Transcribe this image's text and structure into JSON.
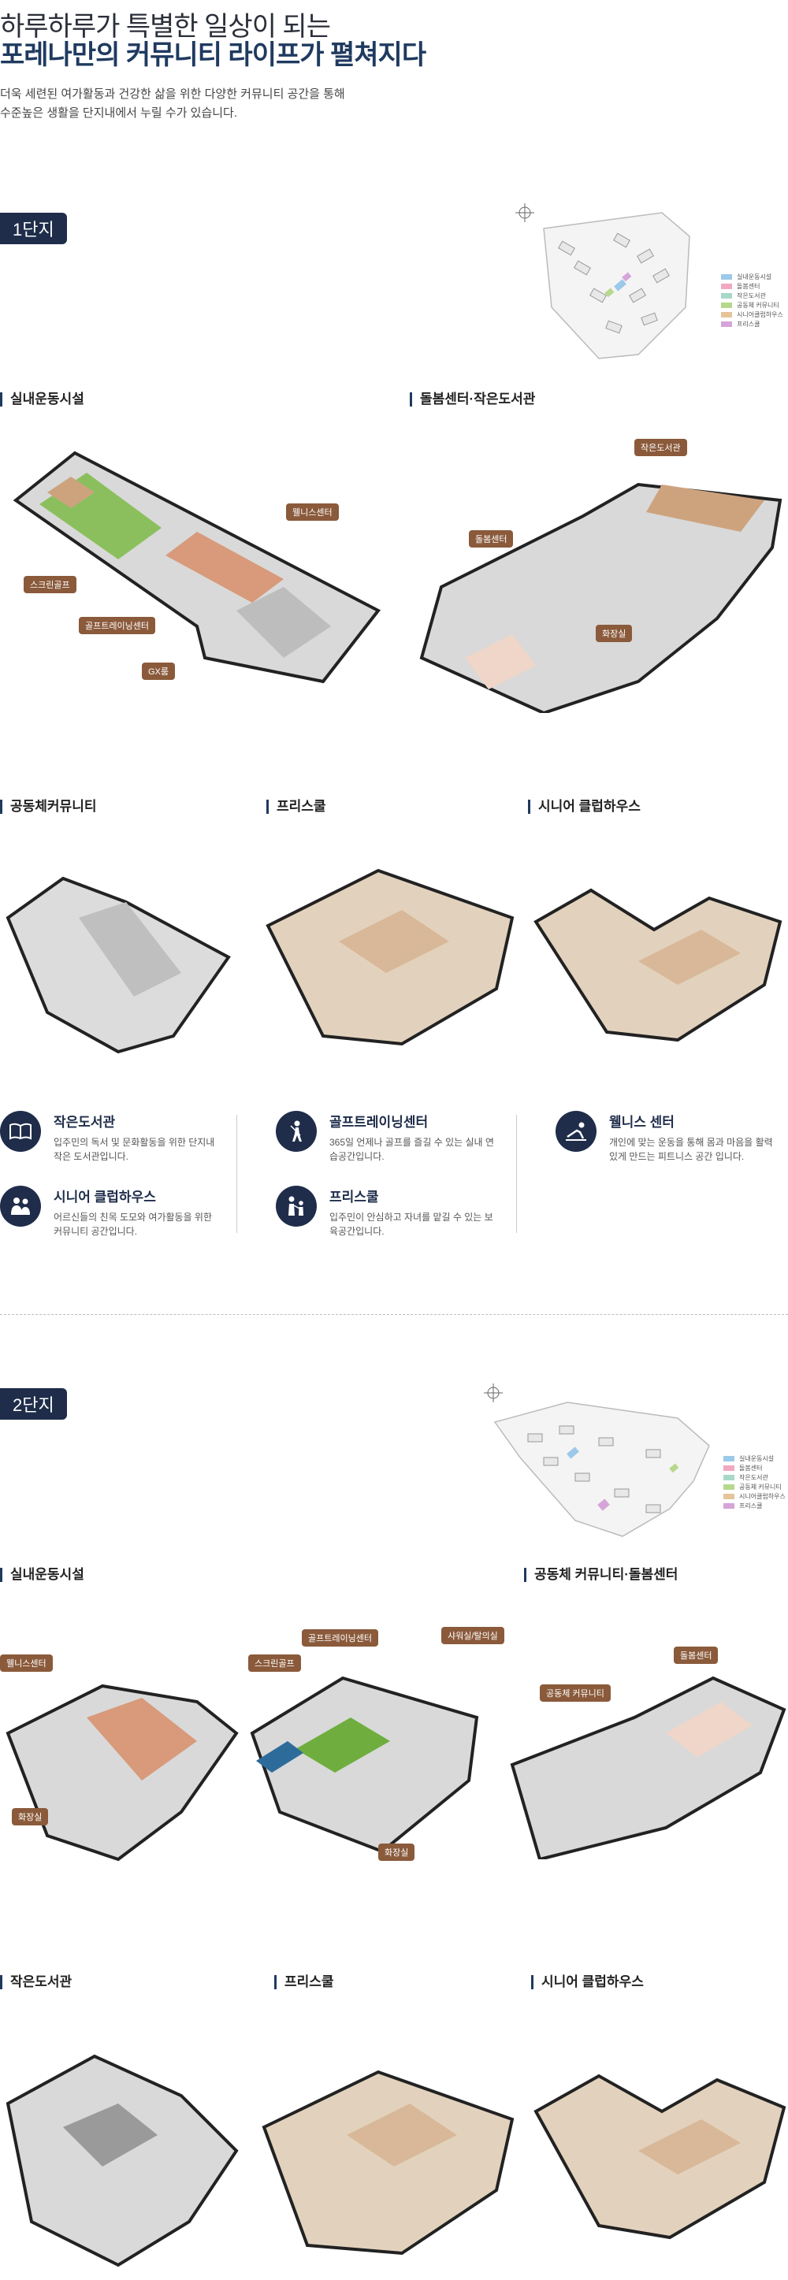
{
  "header": {
    "line1": "하루하루가 특별한 일상이 되는",
    "line2": "포레나만의 커뮤니티 라이프가 펼쳐지다",
    "desc1": "더욱 세련된 여가활동과 건강한 삶을 위한 다양한 커뮤니티 공간을 통해",
    "desc2": "수준높은 생활을 단지내에서 누릴 수가 있습니다."
  },
  "legend": [
    "실내운동시설",
    "돌봄센터",
    "작은도서관",
    "공동체 커뮤니티",
    "시니어클럽하우스",
    "프리스쿨"
  ],
  "legend_colors": [
    "#9cc9e8",
    "#f2a9c0",
    "#a8d8c8",
    "#b6d88c",
    "#e6c49a",
    "#d6a4d8"
  ],
  "compass": "N",
  "complex1": {
    "badge": "1단지",
    "s_indoor": "실내운동시설",
    "s_care_lib": "돌봄센터·작은도서관",
    "s_comm": "공동체커뮤니티",
    "s_pre": "프리스쿨",
    "s_senior": "시니어 클럽하우스",
    "tags": {
      "wellness": "웰니스센터",
      "screen": "스크린골프",
      "golf": "골프트레이닝센터",
      "gx": "GX룸",
      "library": "작은도서관",
      "care": "돌봄센터",
      "toilet": "화장실"
    },
    "facilities": [
      {
        "name": "작은도서관",
        "desc": "입주민의 독서 및 문화활동을 위한 단지내 작은 도서관입니다."
      },
      {
        "name": "시니어 클럽하우스",
        "desc": "어르신들의 친목 도모와 여가활동을 위한 커뮤니티 공간입니다."
      },
      {
        "name": "골프트레이닝센터",
        "desc": "365일 언제나 골프를 즐길 수 있는 실내 연습공간입니다."
      },
      {
        "name": "프리스쿨",
        "desc": "입주민이 안심하고 자녀를 맡길 수 있는 보육공간입니다."
      },
      {
        "name": "웰니스 센터",
        "desc": "개인에 맞는 운동을 통해 몸과 마음을 활력있게 만드는 피트니스 공간 입니다."
      }
    ]
  },
  "complex2": {
    "badge": "2단지",
    "s_indoor": "실내운동시설",
    "s_comm_care": "공동체 커뮤니티·돌봄센터",
    "s_library": "작은도서관",
    "s_pre": "프리스쿨",
    "s_senior": "시니어 클럽하우스",
    "tags": {
      "wellness": "웰니스센터",
      "toilet1": "화장실",
      "screen": "스크린골프",
      "golf": "골프트레이닝센터",
      "shower": "샤워실/탈의실",
      "toilet2": "화장실",
      "comm": "공동체 커뮤니티",
      "care": "돌봄센터"
    }
  }
}
